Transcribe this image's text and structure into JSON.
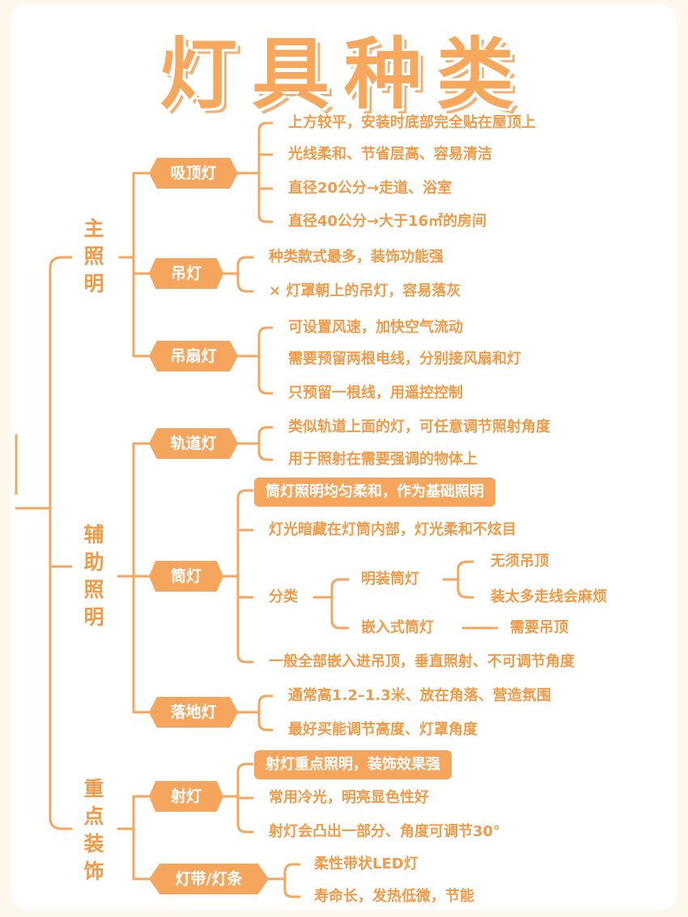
{
  "title": "灯具种类",
  "categories": {
    "main": [
      "主",
      "照",
      "明"
    ],
    "aux": [
      "辅",
      "助",
      "照",
      "明"
    ],
    "accent": [
      "重",
      "点",
      "装",
      "饰"
    ]
  },
  "ceiling": {
    "label": "吸顶灯",
    "items": [
      "上方较平，安装时底部完全贴在屋顶上",
      "光线柔和、节省层高、容易清洁",
      "直径20公分→走道、浴室",
      "直径40公分→大于16㎡的房间"
    ]
  },
  "pendant": {
    "label": "吊灯",
    "items": [
      "种类款式最多，装饰功能强",
      "×  灯罩朝上的吊灯，容易落灰"
    ]
  },
  "fan": {
    "label": "吊扇灯",
    "items": [
      "可设置风速，加快空气流动",
      "需要预留两根电线，分别接风扇和灯",
      "只预留一根线，用遥控控制"
    ]
  },
  "track": {
    "label": "轨道灯",
    "items": [
      "类似轨道上面的灯，可任意调节照射角度",
      "用于照射在需要强调的物体上"
    ]
  },
  "down": {
    "label": "筒灯",
    "highlight": "筒灯照明均匀柔和，作为基础照明",
    "item1": "灯光暗藏在灯筒内部，灯光柔和不炫目",
    "classify": "分类",
    "surface": "明装筒灯",
    "surface_items": [
      "无须吊顶",
      "装太多走线会麻烦"
    ],
    "recessed": "嵌入式筒灯",
    "recessed_item": "需要吊顶",
    "last": "一般全部嵌入进吊顶，垂直照射、不可调节角度"
  },
  "floor": {
    "label": "落地灯",
    "items": [
      "通常高1.2–1.3米、放在角落、营造氛围",
      "最好买能调节高度、灯罩角度"
    ]
  },
  "spot": {
    "label": "射灯",
    "highlight": "射灯重点照明，装饰效果强",
    "items": [
      "常用冷光，明亮显色性好",
      "射灯会凸出一部分、角度可调节30°"
    ]
  },
  "strip": {
    "label": "灯带/灯条",
    "items": [
      "柔性带状LED灯",
      "寿命长，发热低微，节能"
    ]
  }
}
